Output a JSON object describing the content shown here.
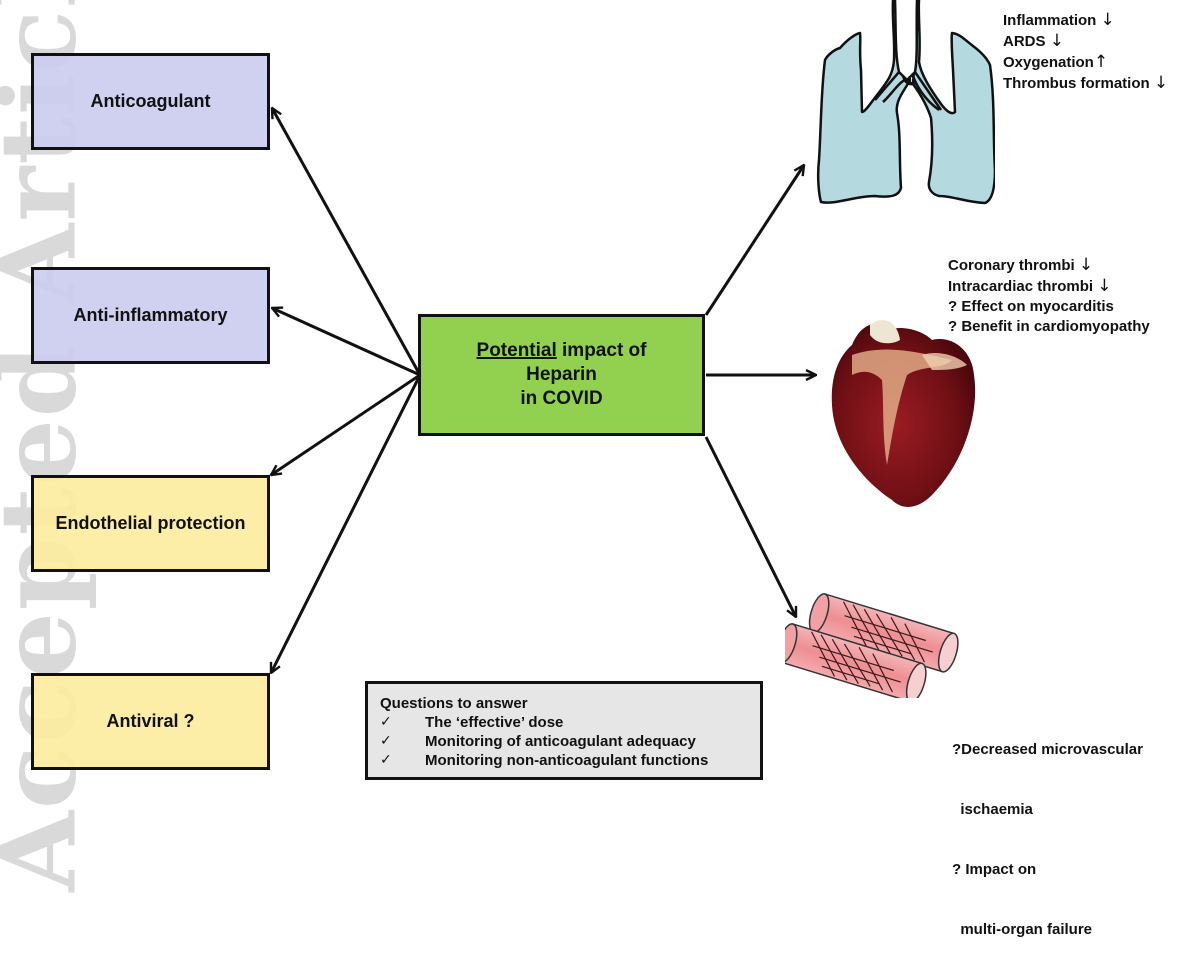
{
  "watermark": "Accepted Article",
  "center": {
    "underlined": "Potential",
    "line1_rest": " impact of",
    "line2": "Heparin",
    "line3": "in COVID"
  },
  "mechanisms": [
    {
      "label": "Anticoagulant",
      "color": "#ccccf0"
    },
    {
      "label": "Anti-inflammatory",
      "color": "#ccccf0"
    },
    {
      "label": "Endothelial protection",
      "color": "#fcec9f"
    },
    {
      "label": "Antiviral ?",
      "color": "#fcec9f"
    }
  ],
  "organs": {
    "lungs": {
      "icon": "lungs-icon",
      "effects": [
        {
          "text": "Inflammation",
          "arrow": "↓"
        },
        {
          "text": "ARDS",
          "arrow": "↓"
        },
        {
          "text": "Oxygenation",
          "arrow": "↑"
        },
        {
          "text": "Thrombus formation",
          "arrow": "↓"
        }
      ]
    },
    "heart": {
      "icon": "heart-icon",
      "effects": [
        {
          "text": "Coronary thrombi",
          "arrow": "↓"
        },
        {
          "text": "Intracardiac thrombi",
          "arrow": "↓"
        },
        {
          "text": "? Effect on myocarditis",
          "arrow": ""
        },
        {
          "text": "? Benefit in cardiomyopathy",
          "arrow": ""
        }
      ]
    },
    "vessels": {
      "icon": "microvessels-icon",
      "effects": [
        {
          "text": "?Decreased microvascular",
          "arrow": ""
        },
        {
          "text": "  ischaemia",
          "arrow": ""
        },
        {
          "text": "? Impact on",
          "arrow": ""
        },
        {
          "text": "  multi-organ failure",
          "arrow": ""
        }
      ]
    }
  },
  "questions": {
    "title": "Questions to answer",
    "check_glyph": "✓",
    "items": [
      "The ‘effective’ dose",
      "Monitoring of anticoagulant adequacy",
      "Monitoring non-anticoagulant functions"
    ]
  },
  "colors": {
    "center_green": "#92d050",
    "anti_purple": "#ccccf0",
    "endo_yellow": "#fcec9f",
    "lung_blue": "#b4d9de",
    "vessel_pink": "#f2a0a4",
    "question_grey": "#e6e6e6"
  }
}
